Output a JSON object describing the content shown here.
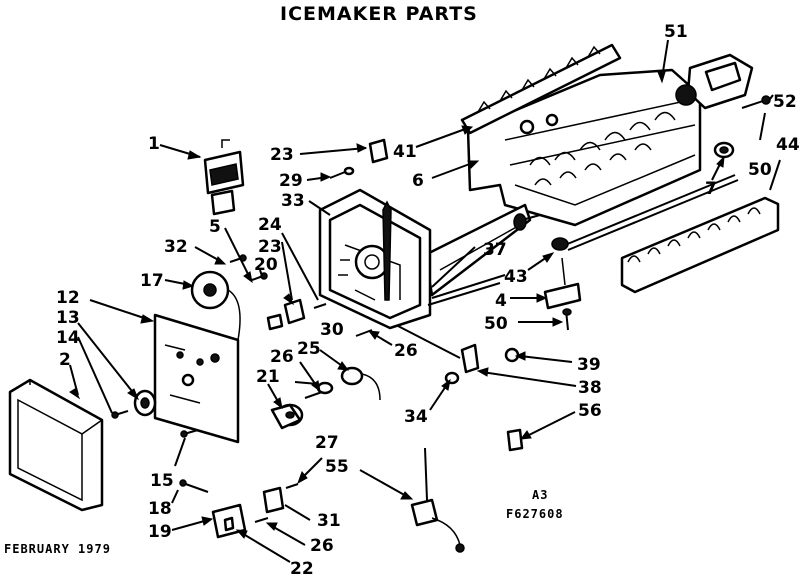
{
  "title": "ICEMAKER PARTS",
  "date_stamp": "FEBRUARY 1979",
  "code_stamp": {
    "line1": "A3",
    "line2": "F627608"
  },
  "callouts": {
    "c1": "1",
    "c2": "2",
    "c4": "4",
    "c5": "5",
    "c6": "6",
    "c7": "7",
    "c12": "12",
    "c13": "13",
    "c14": "14",
    "c15": "15",
    "c17": "17",
    "c18": "18",
    "c19": "19",
    "c20": "20",
    "c21": "21",
    "c22": "22",
    "c23a": "23",
    "c23b": "23",
    "c24": "24",
    "c25": "25",
    "c26a": "26",
    "c26b": "26",
    "c26c": "26",
    "c27": "27",
    "c29": "29",
    "c30": "30",
    "c31": "31",
    "c32": "32",
    "c33": "33",
    "c34": "34",
    "c37": "37",
    "c38": "38",
    "c39": "39",
    "c41": "41",
    "c43": "43",
    "c44": "44",
    "c50a": "50",
    "c50b": "50",
    "c51": "51",
    "c52": "52",
    "c55": "55",
    "c56": "56"
  }
}
